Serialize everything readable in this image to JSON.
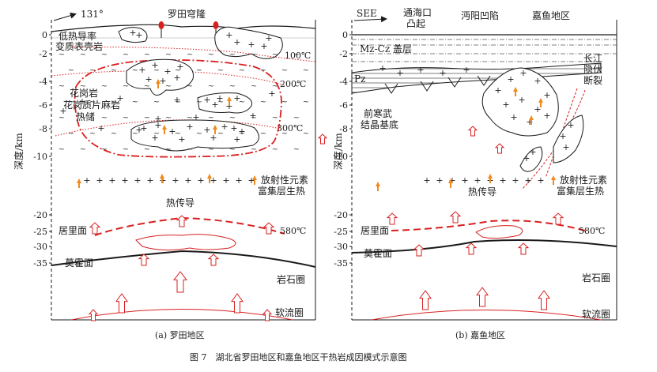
{
  "panel_a": {
    "azimuth": "131°",
    "dome_label": "罗田穹隆",
    "low_conductivity": [
      "低热导率",
      "变质表壳岩"
    ],
    "granite": [
      "花岗岩",
      "花岗质片麻岩",
      "热储"
    ],
    "iso_100": "100℃",
    "iso_200": "200℃",
    "iso_300": "300℃",
    "radiogenic": [
      "放射性元素",
      "富集层生热"
    ],
    "heat_conduction": "热传导",
    "curie": "居里面",
    "iso_580": "580℃",
    "moho": "莫霍面",
    "lithosphere": "岩石圈",
    "asthenosphere": "软流圈",
    "caption": "(a) 罗田地区"
  },
  "panel_b": {
    "azimuth": "SEE",
    "tonghaikou": [
      "通海口",
      "凸起"
    ],
    "mianyang": "沔阳凹陷",
    "jiayu": "嘉鱼地区",
    "cover": "Mz-Cz 盖层",
    "pz": "Pz",
    "yangtze": [
      "长江",
      "隐伏",
      "断裂"
    ],
    "basement": [
      "前寒武",
      "结晶基底"
    ],
    "radiogenic": [
      "放射性元素",
      "富集层生热"
    ],
    "heat_conduction": "热传导",
    "curie": "居里面",
    "iso_580": "580℃",
    "moho": "莫霍面",
    "lithosphere": "岩石圈",
    "asthenosphere": "软流圈",
    "caption": "(b) 嘉鱼地区"
  },
  "axis": {
    "ylabel": "深度/km",
    "ticks_upper": [
      "0",
      "-2",
      "-4",
      "-6",
      "-8",
      "-10"
    ],
    "ticks_lower": [
      "-20",
      "-25",
      "-30",
      "-35"
    ]
  },
  "figure_caption": "图 7　湖北省罗田地区和嘉鱼地区干热岩成因模式示意图",
  "colors": {
    "red": "#d92020",
    "orange": "#f08a1c",
    "black": "#1a1a1a",
    "grey": "#888888"
  }
}
